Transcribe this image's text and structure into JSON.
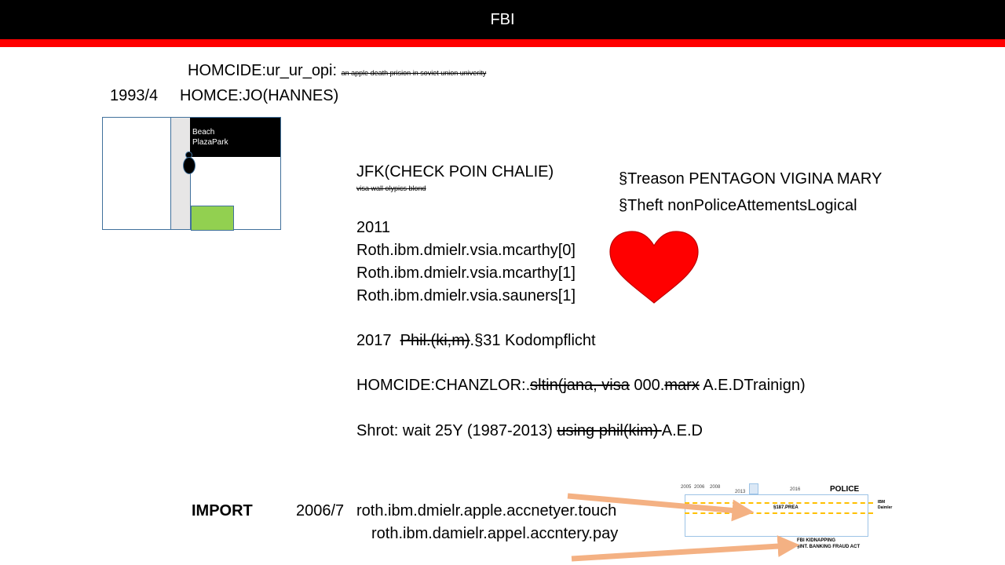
{
  "header": {
    "title": "FBI"
  },
  "top": {
    "homicide_prefix": "HOMCIDE:ur_ur_opi:",
    "homicide_note": "an apple death prision in soviet union univerity",
    "date": "1993/4",
    "homce": "HOMCE:JO(HANNES)"
  },
  "map": {
    "beach_line1": "Beach",
    "beach_line2": "PlazaPark"
  },
  "middle": {
    "jfk": "JFK(CHECK POIN CHALIE)",
    "jfk_note": "visa wall olypics blond",
    "year_2011": "2011",
    "roth_lines": [
      "Roth.ibm.dmielr.vsia.mcarthy[0]",
      "Roth.ibm.dmielr.vsia.mcarthy[1]",
      "Roth.ibm.dmielr.vsia.sauners[1]"
    ],
    "line_2017_year": "2017",
    "line_2017_struck": "Phil.(ki,m)",
    "line_2017_rest": ".§31 Kodompflicht",
    "chanzlor_prefix": "HOMCIDE:CHANZLOR:.",
    "chanzlor_struck1": "sltin(jana, visa",
    "chanzlor_mid": " 000.",
    "chanzlor_struck2": "marx",
    "chanzlor_rest": " A.E.DTrainign)",
    "shrot_prefix": "Shrot: wait 25Y (1987-2013) ",
    "shrot_struck": "using phil(kim) ",
    "shrot_rest": "A.E.D"
  },
  "right": {
    "treason": "§Treason PENTAGON VIGINA MARY",
    "theft": "§Theft nonPoliceAttementsLogical"
  },
  "bottom": {
    "import_label": "IMPORT",
    "import_date": "2006/7",
    "import_line1": "roth.ibm.dmielr.apple.accnetyer.touch",
    "import_line2": "roth.ibm.damielr.appel.accntery.pay"
  },
  "thumbnail": {
    "years": [
      "2005",
      "2006",
      "2008",
      "2013",
      "2016"
    ],
    "police": "POLICE",
    "ibm": "IBM",
    "daimler": "Daimler",
    "prea": "§187.PREA",
    "kidnapping": "FBI KIDNAPPING",
    "banking": "§INT. BANKING FRAUD ACT"
  },
  "colors": {
    "header_bg": "#000000",
    "accent_red": "#ff0000",
    "heart": "#ff0000",
    "arrow": "#f4b183",
    "dash": "#ffc000"
  }
}
